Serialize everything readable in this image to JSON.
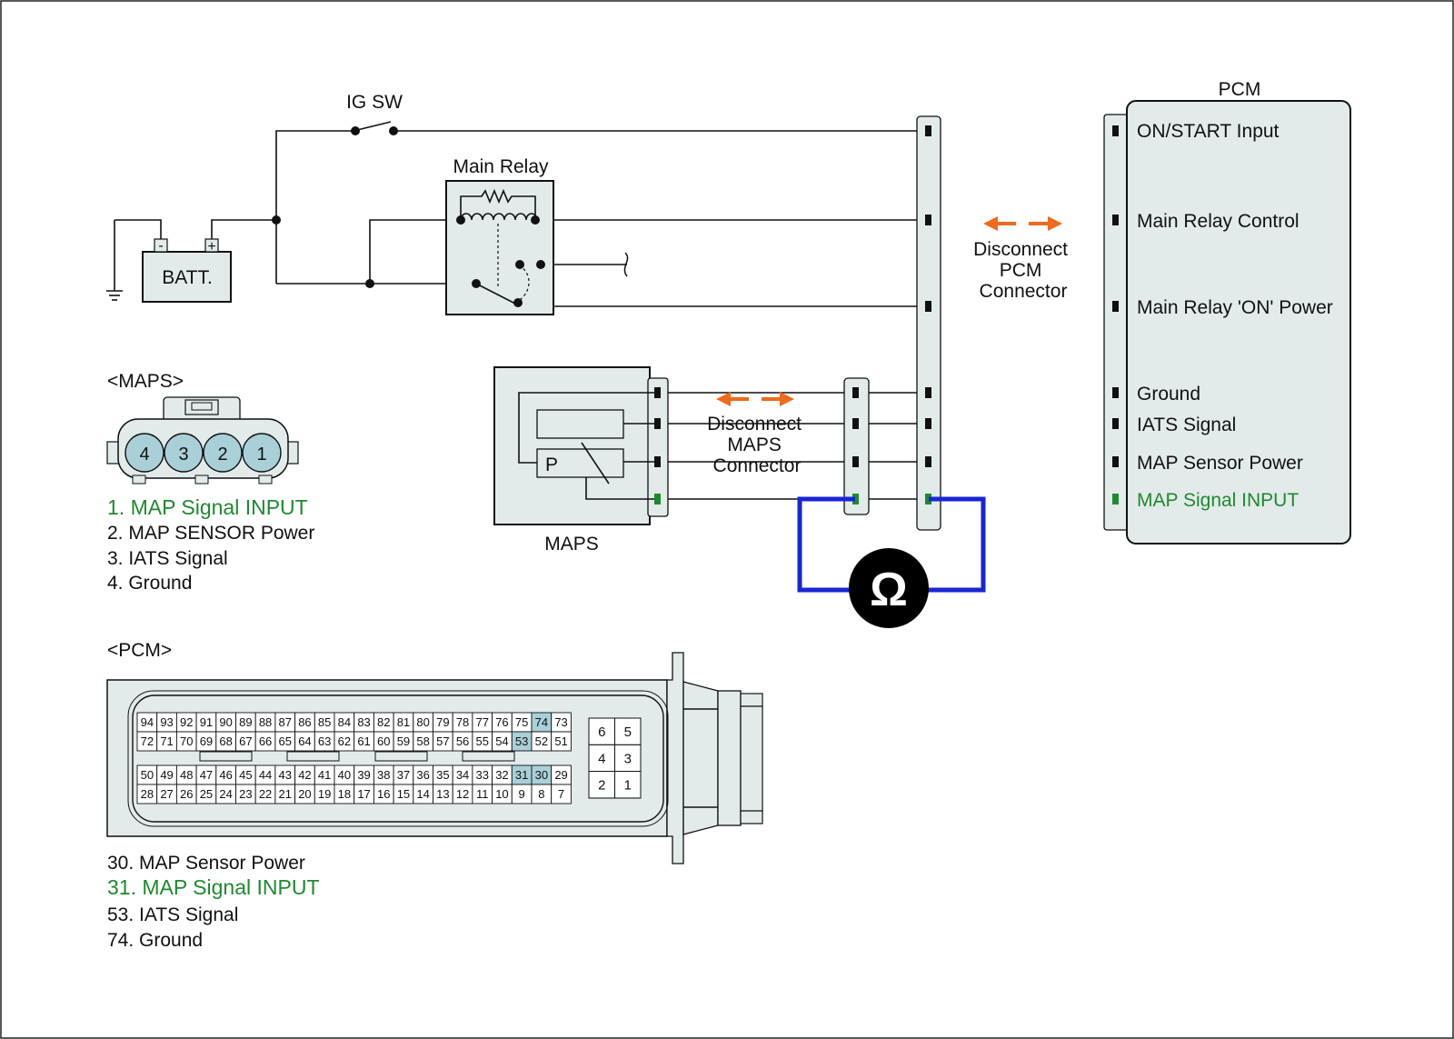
{
  "labels": {
    "ig_sw": "IG SW",
    "main_relay": "Main Relay",
    "battery": "BATT.",
    "batt_neg": "-",
    "batt_pos": "+",
    "maps_header": "<MAPS>",
    "pcm_header": "<PCM>",
    "pcm_title": "PCM",
    "maps_title": "MAPS",
    "sensor_p": "P",
    "ohm": "Ω"
  },
  "disconnect_pcm": [
    "Disconnect",
    "PCM",
    "Connector"
  ],
  "disconnect_maps": [
    "Disconnect",
    "MAPS",
    "Connector"
  ],
  "pcm_terminals": [
    {
      "label": "ON/START Input",
      "highlight": false
    },
    {
      "label": "Main Relay Control",
      "highlight": false
    },
    {
      "label": "Main Relay 'ON' Power",
      "highlight": false
    },
    {
      "label": "Ground",
      "highlight": false
    },
    {
      "label": "IATS Signal",
      "highlight": false
    },
    {
      "label": "MAP Sensor Power",
      "highlight": false
    },
    {
      "label": "MAP Signal  INPUT",
      "highlight": true
    }
  ],
  "maps_connector_pins": [
    "4",
    "3",
    "2",
    "1"
  ],
  "maps_pin_legend": [
    {
      "text": "1. MAP Signal  INPUT",
      "highlight": true
    },
    {
      "text": "2. MAP SENSOR Power",
      "highlight": false
    },
    {
      "text": "3. IATS Signal",
      "highlight": false
    },
    {
      "text": "4. Ground",
      "highlight": false
    }
  ],
  "pcm_connector": {
    "rows": [
      [
        "94",
        "93",
        "92",
        "91",
        "90",
        "89",
        "88",
        "87",
        "86",
        "85",
        "84",
        "83",
        "82",
        "81",
        "80",
        "79",
        "78",
        "77",
        "76",
        "75",
        "74",
        "73"
      ],
      [
        "72",
        "71",
        "70",
        "69",
        "68",
        "67",
        "66",
        "65",
        "64",
        "63",
        "62",
        "61",
        "60",
        "59",
        "58",
        "57",
        "56",
        "55",
        "54",
        "53",
        "52",
        "51"
      ],
      [
        "50",
        "49",
        "48",
        "47",
        "46",
        "45",
        "44",
        "43",
        "42",
        "41",
        "40",
        "39",
        "38",
        "37",
        "36",
        "35",
        "34",
        "33",
        "32",
        "31",
        "30",
        "29"
      ],
      [
        "28",
        "27",
        "26",
        "25",
        "24",
        "23",
        "22",
        "21",
        "20",
        "19",
        "18",
        "17",
        "16",
        "15",
        "14",
        "13",
        "12",
        "11",
        "10",
        "9",
        "8",
        "7"
      ]
    ],
    "highlighted_pins": [
      "74",
      "53",
      "31",
      "30"
    ],
    "small_block": [
      [
        "6",
        "5"
      ],
      [
        "4",
        "3"
      ],
      [
        "2",
        "1"
      ]
    ]
  },
  "pcm_pin_legend": [
    {
      "text": "30. MAP Sensor Power",
      "highlight": false
    },
    {
      "text": "31. MAP Signal  INPUT",
      "highlight": true
    },
    {
      "text": "53. IATS Signal",
      "highlight": false
    },
    {
      "text": "74. Ground",
      "highlight": false
    }
  ],
  "colors": {
    "panel": "#e3eaea",
    "highlight_pin": "#a9d0d9",
    "signal_text": "#1e8a2e",
    "arrow": "#ee6a1c",
    "meter_lead": "#1a24d6",
    "maps_pin_fill": "#a9d0d9"
  }
}
